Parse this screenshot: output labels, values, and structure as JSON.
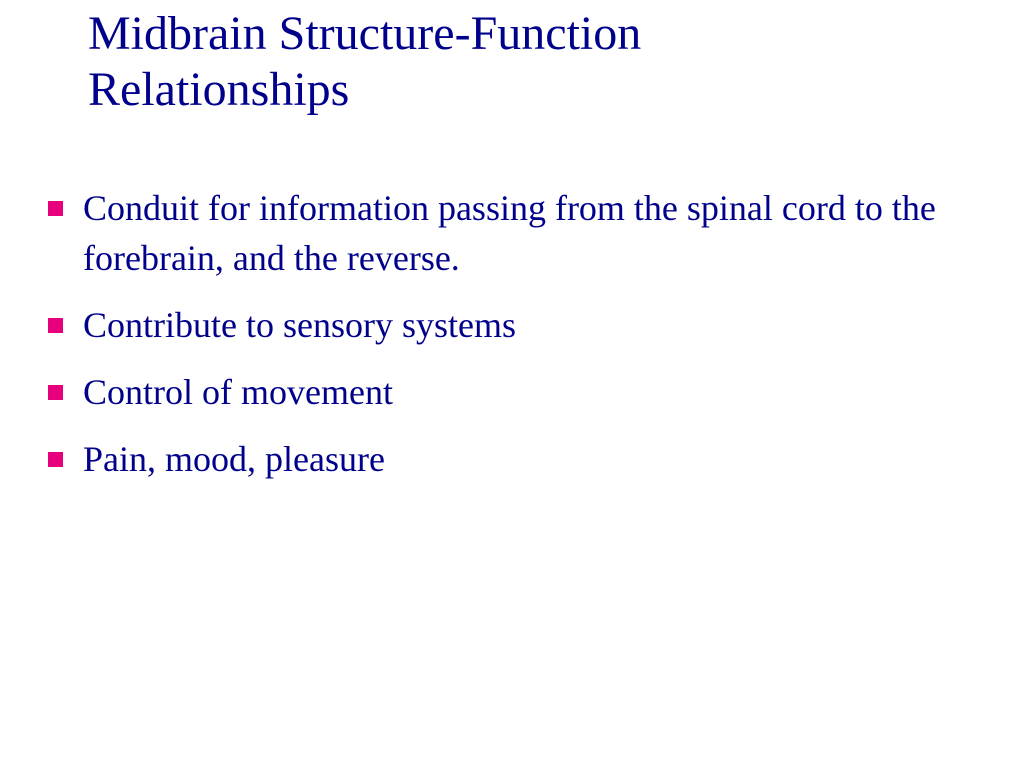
{
  "slide": {
    "title_lines": [
      "Midbrain Structure-Function",
      "Relationships"
    ],
    "bullets": [
      {
        "text": "Conduit for information passing from the spinal cord to the forebrain, and the reverse."
      },
      {
        "text": "Contribute to sensory systems"
      },
      {
        "text": "Control of movement"
      },
      {
        "text": "Pain, mood, pleasure"
      }
    ]
  },
  "colors": {
    "text": "#00008b",
    "bullet_marker": "#e6007e",
    "background": "#ffffff"
  }
}
